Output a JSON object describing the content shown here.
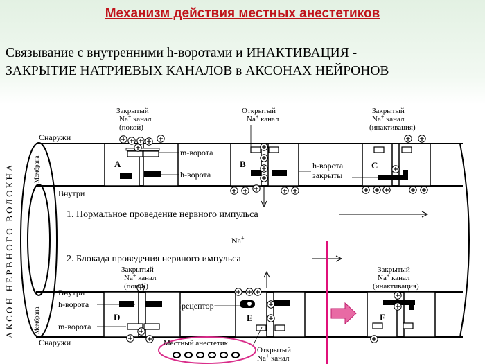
{
  "title": "Механизм действия местных анестетиков",
  "subtitle": {
    "line1": "Связывание с внутренними h-воротами и ИНАКТИВАЦИЯ -",
    "line2": "ЗАКРЫТИЕ НАТРИЕВЫХ КАНАЛОВ в АКСОНАХ НЕЙРОНОВ"
  },
  "diagram": {
    "axon_label": "АКСОН НЕРВНОГО ВОЛОКНА",
    "membrane_label": "Мембрана",
    "outside_label": "Снаружи",
    "inside_label": "Внутри",
    "closed_rest": [
      "Закрытый",
      "Na",
      "+",
      " канал",
      "(покой)"
    ],
    "open_channel": [
      "Открытый",
      "Na",
      "+",
      " канал"
    ],
    "closed_inact": [
      "Закрытый",
      "Na",
      "+",
      " канал",
      "(инактивация)"
    ],
    "m_gate": "m-ворота",
    "h_gate": "h-ворота",
    "h_closed_1": "h-ворота",
    "h_closed_2": "закрыты",
    "receptor": "рецептор",
    "local_anesthetic": "Местный анестетик",
    "na_ion": "Na",
    "na_sup": "+",
    "row1_text": "1. Нормальное проведение нервного импульса",
    "row2_text": "2. Блокада проведения нервного импульса",
    "channel_letters": [
      "A",
      "B",
      "C",
      "D",
      "E",
      "F"
    ],
    "colors": {
      "red_bar": "#e0107a",
      "pink_arrow": "#e86aa4",
      "anesthetic_ellipse": "#d92d8a",
      "title": "#c0141b"
    }
  }
}
